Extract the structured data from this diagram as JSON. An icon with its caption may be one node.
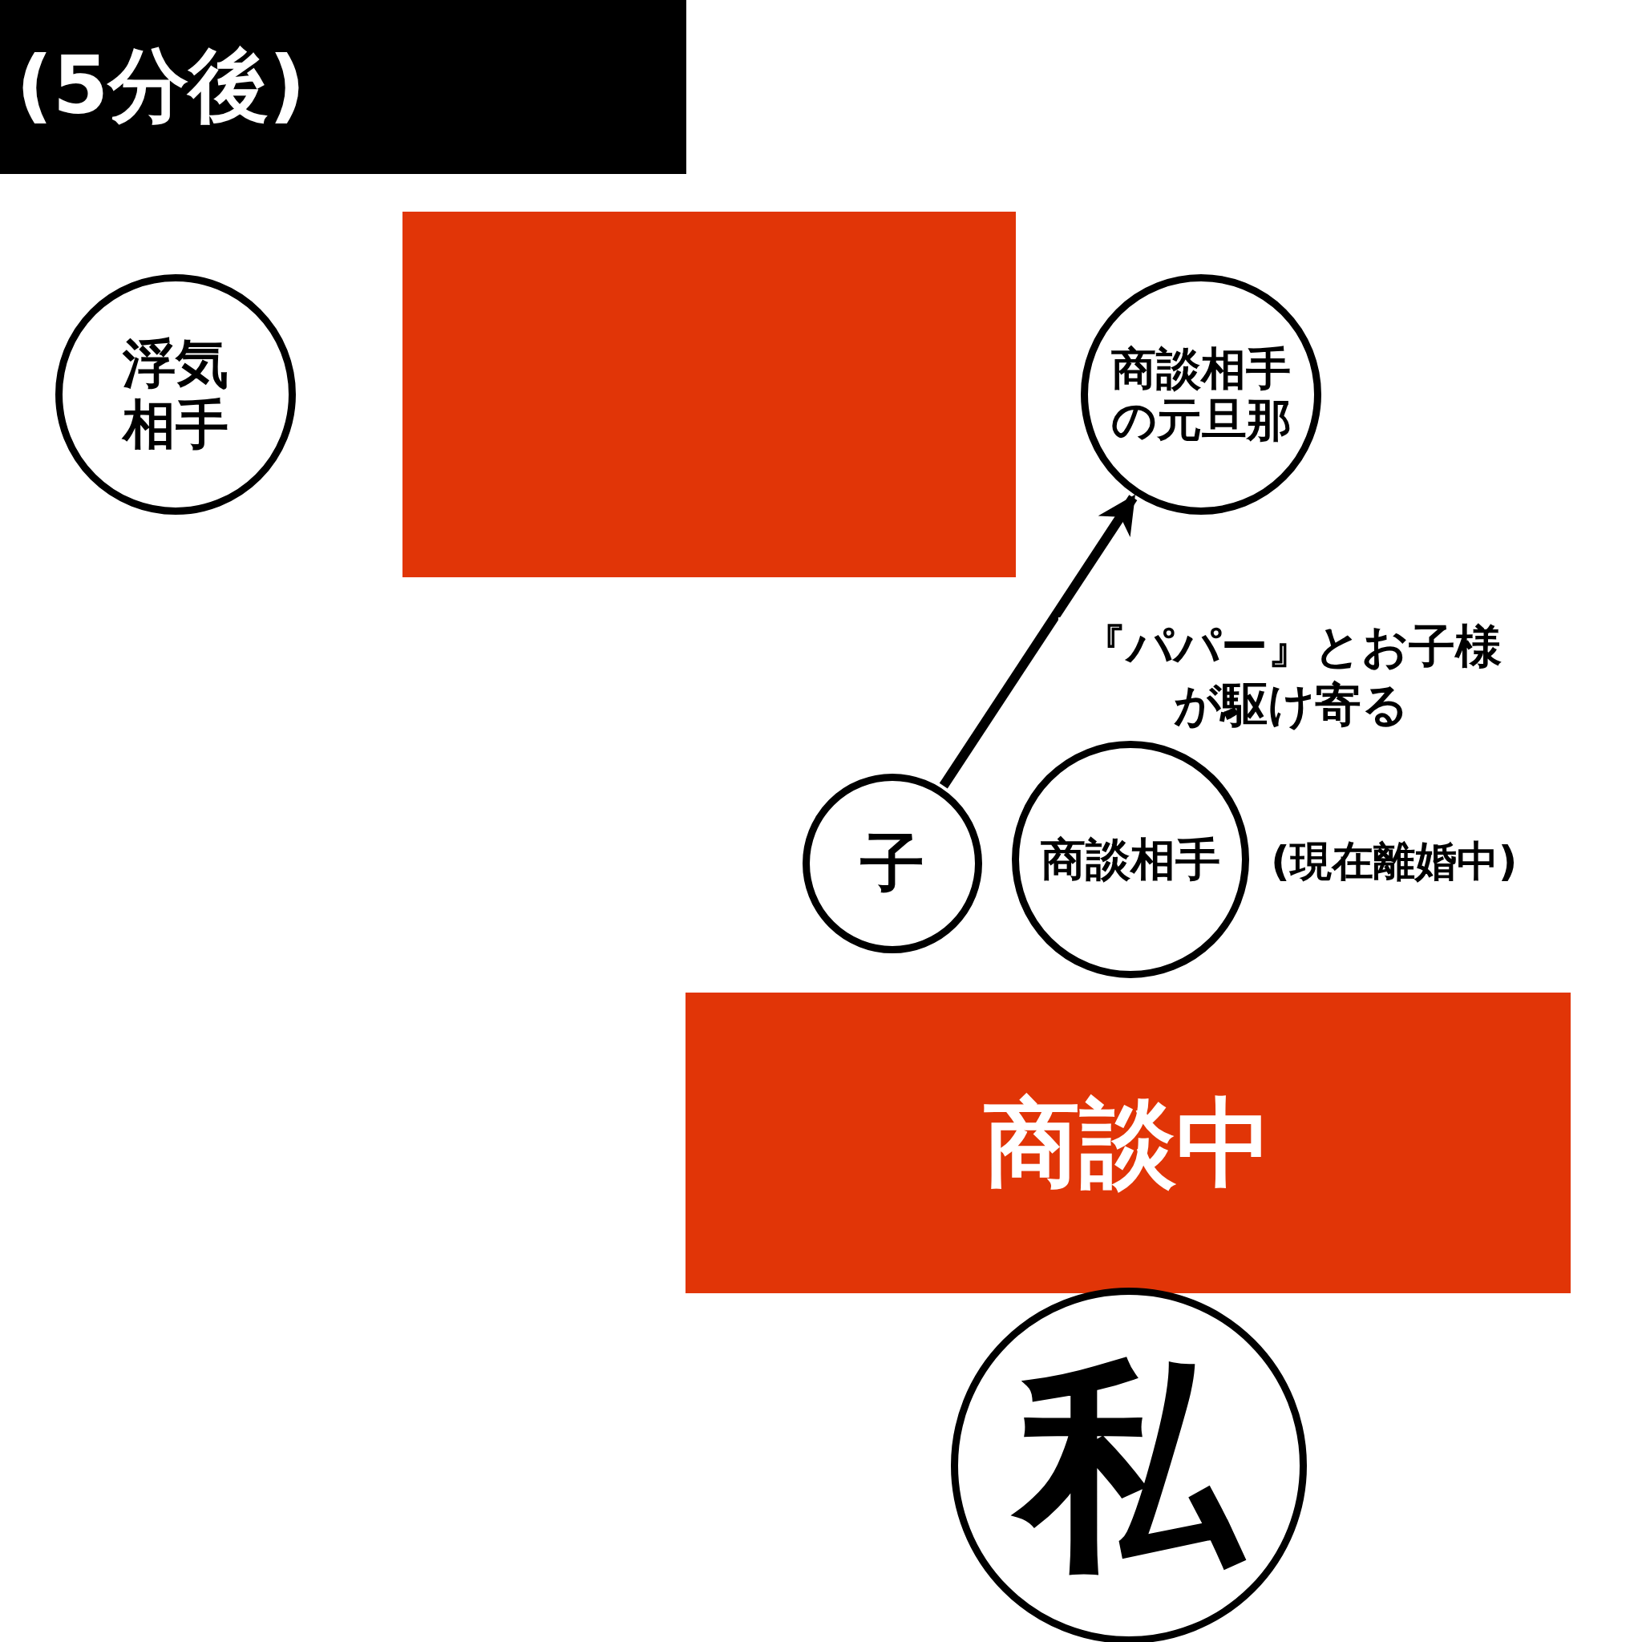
{
  "diagram": {
    "title": "(5分後)",
    "nodes": [
      {
        "text": [
          "浮気相手"
        ]
      },
      {
        "text": [],
        "shape": "box"
      },
      {
        "text": [
          "商談相手の元旦那"
        ]
      },
      {
        "text": [
          "子"
        ]
      },
      {
        "text": [
          "商談相手"
        ],
        "beside": [
          "(現在離婚中)"
        ]
      },
      {
        "text": [
          "商談中"
        ]
      },
      {
        "text": [
          "私"
        ]
      }
    ],
    "edges": [
      {
        "from": 3,
        "to": 2,
        "arrow": "to",
        "label": "『パパー』とお子様が駆け寄る"
      }
    ]
  }
}
